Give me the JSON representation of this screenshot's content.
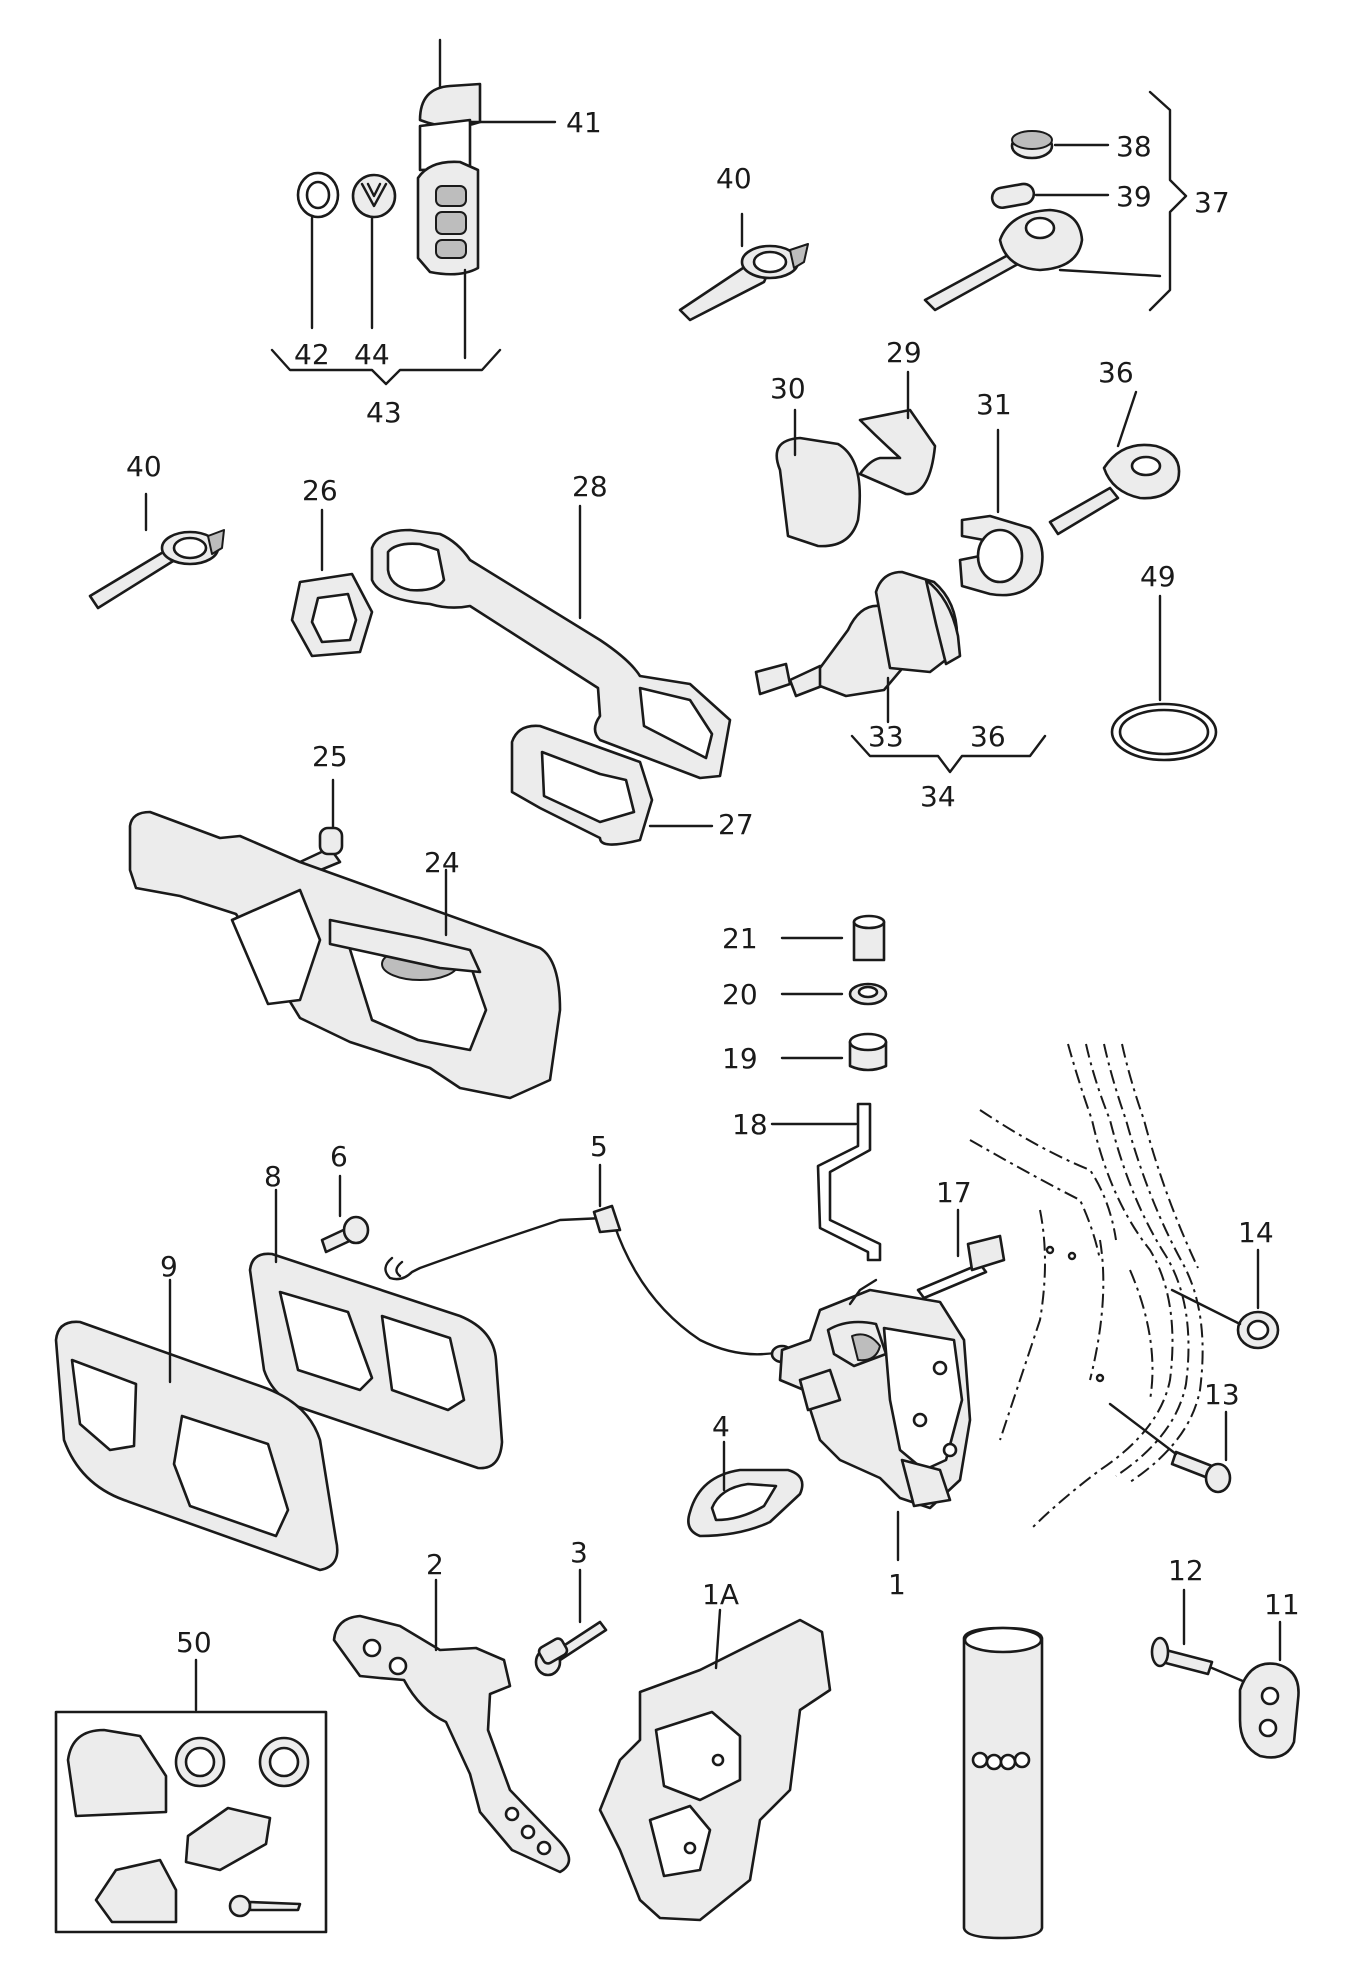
{
  "callouts": [
    {
      "id": "c41",
      "text": "41"
    },
    {
      "id": "c42",
      "text": "42"
    },
    {
      "id": "c44",
      "text": "44"
    },
    {
      "id": "c43",
      "text": "43"
    },
    {
      "id": "c40a",
      "text": "40"
    },
    {
      "id": "c38",
      "text": "38"
    },
    {
      "id": "c39",
      "text": "39"
    },
    {
      "id": "c37",
      "text": "37"
    },
    {
      "id": "c30",
      "text": "30"
    },
    {
      "id": "c29",
      "text": "29"
    },
    {
      "id": "c31",
      "text": "31"
    },
    {
      "id": "c36a",
      "text": "36"
    },
    {
      "id": "c40b",
      "text": "40"
    },
    {
      "id": "c26",
      "text": "26"
    },
    {
      "id": "c28",
      "text": "28"
    },
    {
      "id": "c49",
      "text": "49"
    },
    {
      "id": "c33",
      "text": "33"
    },
    {
      "id": "c36b",
      "text": "36"
    },
    {
      "id": "c34",
      "text": "34"
    },
    {
      "id": "c25",
      "text": "25"
    },
    {
      "id": "c27",
      "text": "27"
    },
    {
      "id": "c24",
      "text": "24"
    },
    {
      "id": "c21",
      "text": "21"
    },
    {
      "id": "c20",
      "text": "20"
    },
    {
      "id": "c19",
      "text": "19"
    },
    {
      "id": "c18",
      "text": "18"
    },
    {
      "id": "c8",
      "text": "8"
    },
    {
      "id": "c6",
      "text": "6"
    },
    {
      "id": "c5",
      "text": "5"
    },
    {
      "id": "c17",
      "text": "17"
    },
    {
      "id": "c14",
      "text": "14"
    },
    {
      "id": "c9",
      "text": "9"
    },
    {
      "id": "c13",
      "text": "13"
    },
    {
      "id": "c4",
      "text": "4"
    },
    {
      "id": "c1",
      "text": "1"
    },
    {
      "id": "c3",
      "text": "3"
    },
    {
      "id": "c2",
      "text": "2"
    },
    {
      "id": "c1A",
      "text": "1A"
    },
    {
      "id": "c12",
      "text": "12"
    },
    {
      "id": "c11",
      "text": "11"
    },
    {
      "id": "c50",
      "text": "50"
    }
  ],
  "colors": {
    "line": "#1a1a1a",
    "part_fill": "#ececec",
    "background": "#ffffff"
  }
}
